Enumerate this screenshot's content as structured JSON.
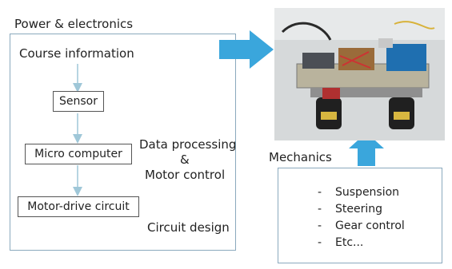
{
  "left_panel": {
    "title": "Power & electronics",
    "course_info": "Course information",
    "nodes": [
      "Sensor",
      "Micro computer",
      "Motor-drive circuit"
    ],
    "side_label_1": "Data processing",
    "side_label_amp": "&",
    "side_label_2": "Motor control",
    "side_label_3": "Circuit design"
  },
  "mechanics": {
    "title": "Mechanics",
    "items": [
      "Suspension",
      "Steering",
      "Gear control",
      "Etc..."
    ],
    "dash": "-"
  },
  "colors": {
    "box_border": "#8aa9bd",
    "arrow_blue": "#3aa6dc",
    "flow_arrow": "#9fc7d8"
  }
}
